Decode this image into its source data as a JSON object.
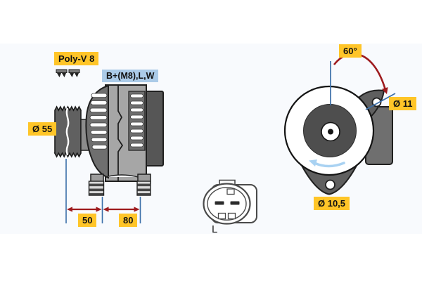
{
  "diagram": {
    "type": "alternator-technical-drawing",
    "labels": {
      "belt_type": "Poly-V 8",
      "terminals": "B+(M8),L,W",
      "pulley_diameter": "Ø 55",
      "dim_foot_a_mm": "50",
      "dim_foot_b_mm": "80",
      "mount_angle": "60°",
      "hole_top_diameter": "Ø 11",
      "hole_bottom_diameter": "Ø 10,5",
      "connector_pin": "L"
    },
    "colors": {
      "tag_yellow": "#ffc528",
      "tag_blue": "#abcbe8",
      "dimension_blue": "#3a6ea8",
      "arrow_red": "#9e1b1e",
      "rotation_blue": "#a9d2f2",
      "panel_background": "#f8fafd",
      "body_gray": "#a6a6a6",
      "dark_gray": "#565656"
    },
    "icons": {
      "belt_profile": "poly-v-belt-cross-section",
      "rotation": "counterclockwise-arrow",
      "angle": "curved-double-reference-arrow",
      "dimension": "double-headed-arrow"
    }
  }
}
